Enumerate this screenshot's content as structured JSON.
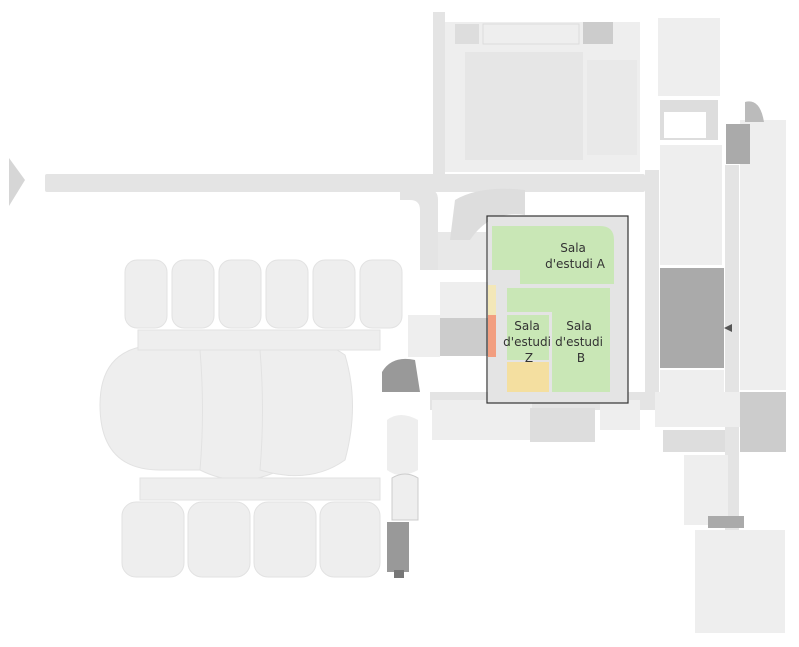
{
  "map": {
    "rooms": [
      {
        "id": "sala-a",
        "lines": [
          "Sala",
          "d'estudi A"
        ],
        "color": "#c9e7b6"
      },
      {
        "id": "sala-b",
        "lines": [
          "Sala",
          "d'estudi",
          "B"
        ],
        "color": "#c9e7b6"
      },
      {
        "id": "sala-z",
        "lines": [
          "Sala",
          "d'estudi",
          "Z"
        ],
        "color": "#c9e7b6"
      }
    ],
    "highlight_color": "#333333",
    "building_color": "#eeeeee",
    "building_dark_color": "#999999",
    "corridor_color": "#e4e4e4",
    "accent_yellow": "#f4dfa0",
    "accent_orange": "#f29e80",
    "arrow_icons": [
      "arrow-left-icon",
      "arrow-right-icon"
    ]
  }
}
